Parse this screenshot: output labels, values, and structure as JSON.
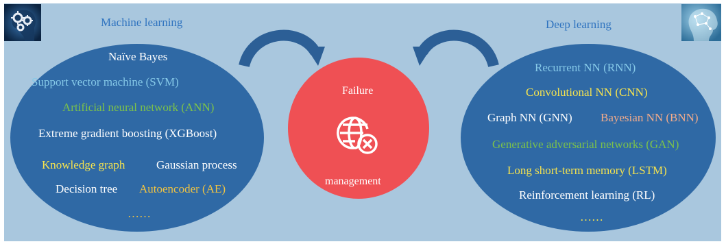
{
  "left": {
    "title": "Machine learning",
    "items": [
      {
        "text": "Naïve Bayes",
        "color": "#ffffff"
      },
      {
        "text": "Support vector machine (SVM)",
        "color": "#86c9e8"
      },
      {
        "text": "Artificial neural network (ANN)",
        "color": "#7cc24a"
      },
      {
        "text": "Extreme gradient boosting (XGBoost)",
        "color": "#ffffff"
      },
      {
        "text": "Knowledge graph",
        "color": "#f5e34f"
      },
      {
        "text": "Gaussian process",
        "color": "#ffffff"
      },
      {
        "text": "Decision tree",
        "color": "#ffffff"
      },
      {
        "text": "Autoencoder (AE)",
        "color": "#f0c342"
      },
      {
        "text": "……",
        "color": "#f0c342"
      }
    ]
  },
  "right": {
    "title": "Deep learning",
    "items": [
      {
        "text": "Recurrent NN (RNN)",
        "color": "#86c9e8"
      },
      {
        "text": "Convolutional NN (CNN)",
        "color": "#f5e34f"
      },
      {
        "text": "Graph NN (GNN)",
        "color": "#ffffff"
      },
      {
        "text": "Bayesian NN (BNN)",
        "color": "#f2ab8b"
      },
      {
        "text": "Generative adversarial networks (GAN)",
        "color": "#7cc24a"
      },
      {
        "text": "Long short-term memory (LSTM)",
        "color": "#f5e34f"
      },
      {
        "text": "Reinforcement learning (RL)",
        "color": "#ffffff"
      },
      {
        "text": "……",
        "color": "#f5e34f"
      }
    ]
  },
  "center": {
    "top_label": "Failure",
    "bottom_label": "management",
    "icon": "globe-error-icon"
  },
  "icons": {
    "left_image": "ai-brain-gears-icon",
    "right_image": "ai-brain-circuit-icon",
    "arrows": "curved-arrow-icon"
  },
  "colors": {
    "background": "#a9c7de",
    "ellipse": "#2f69a5",
    "center": "#ef5054",
    "title": "#2f73bf",
    "arrow": "#2c5f96"
  }
}
